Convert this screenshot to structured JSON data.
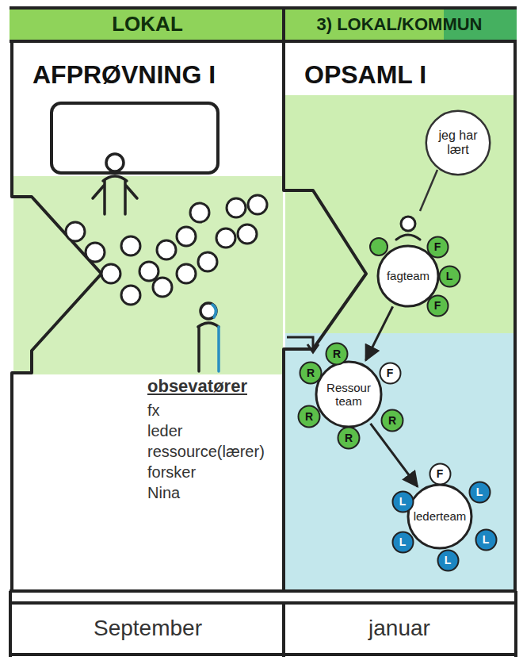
{
  "diagram": {
    "nodes": [
      {
        "text": [
          "LOKAL"
        ]
      },
      {
        "text": [
          "3) LOKAL/KOMMUN"
        ]
      },
      {
        "text": [
          "AFPRØVNING I"
        ]
      },
      {
        "text": [
          "OPSAML I"
        ]
      },
      {
        "text": [
          "jeg har lært"
        ],
        "in": 3
      },
      {
        "text": [
          "fagteam"
        ],
        "in": 3
      },
      {
        "text": [
          "F"
        ],
        "in": 3
      },
      {
        "text": [
          "L"
        ],
        "in": 3
      },
      {
        "text": [
          "F"
        ],
        "in": 3
      },
      {
        "text": [
          "Ressour team"
        ],
        "in": 3
      },
      {
        "text": [
          "R"
        ],
        "in": 3
      },
      {
        "text": [
          "F"
        ],
        "in": 3
      },
      {
        "text": [
          "R"
        ],
        "in": 3
      },
      {
        "text": [
          "R"
        ],
        "in": 3
      },
      {
        "text": [
          "R"
        ],
        "in": 3
      },
      {
        "text": [
          "R"
        ],
        "in": 3
      },
      {
        "text": [
          "lederteam"
        ],
        "in": 3
      },
      {
        "text": [
          "F"
        ],
        "in": 3
      },
      {
        "text": [
          "L"
        ],
        "in": 3
      },
      {
        "text": [
          "L"
        ],
        "in": 3
      },
      {
        "text": [
          "L"
        ],
        "in": 3
      },
      {
        "text": [
          "L"
        ],
        "in": 3
      },
      {
        "text": [
          "L"
        ],
        "in": 3
      },
      {
        "text": [
          "September"
        ]
      },
      {
        "text": [
          "januar"
        ]
      }
    ],
    "edges": [
      {
        "from": 5,
        "to": 9,
        "arrow": "to"
      },
      {
        "from": 9,
        "to": 16,
        "arrow": "to"
      }
    ],
    "labels": [
      "obsevatører",
      "fx",
      "leder",
      "ressource(lærer)",
      "forsker",
      "Nina"
    ]
  }
}
